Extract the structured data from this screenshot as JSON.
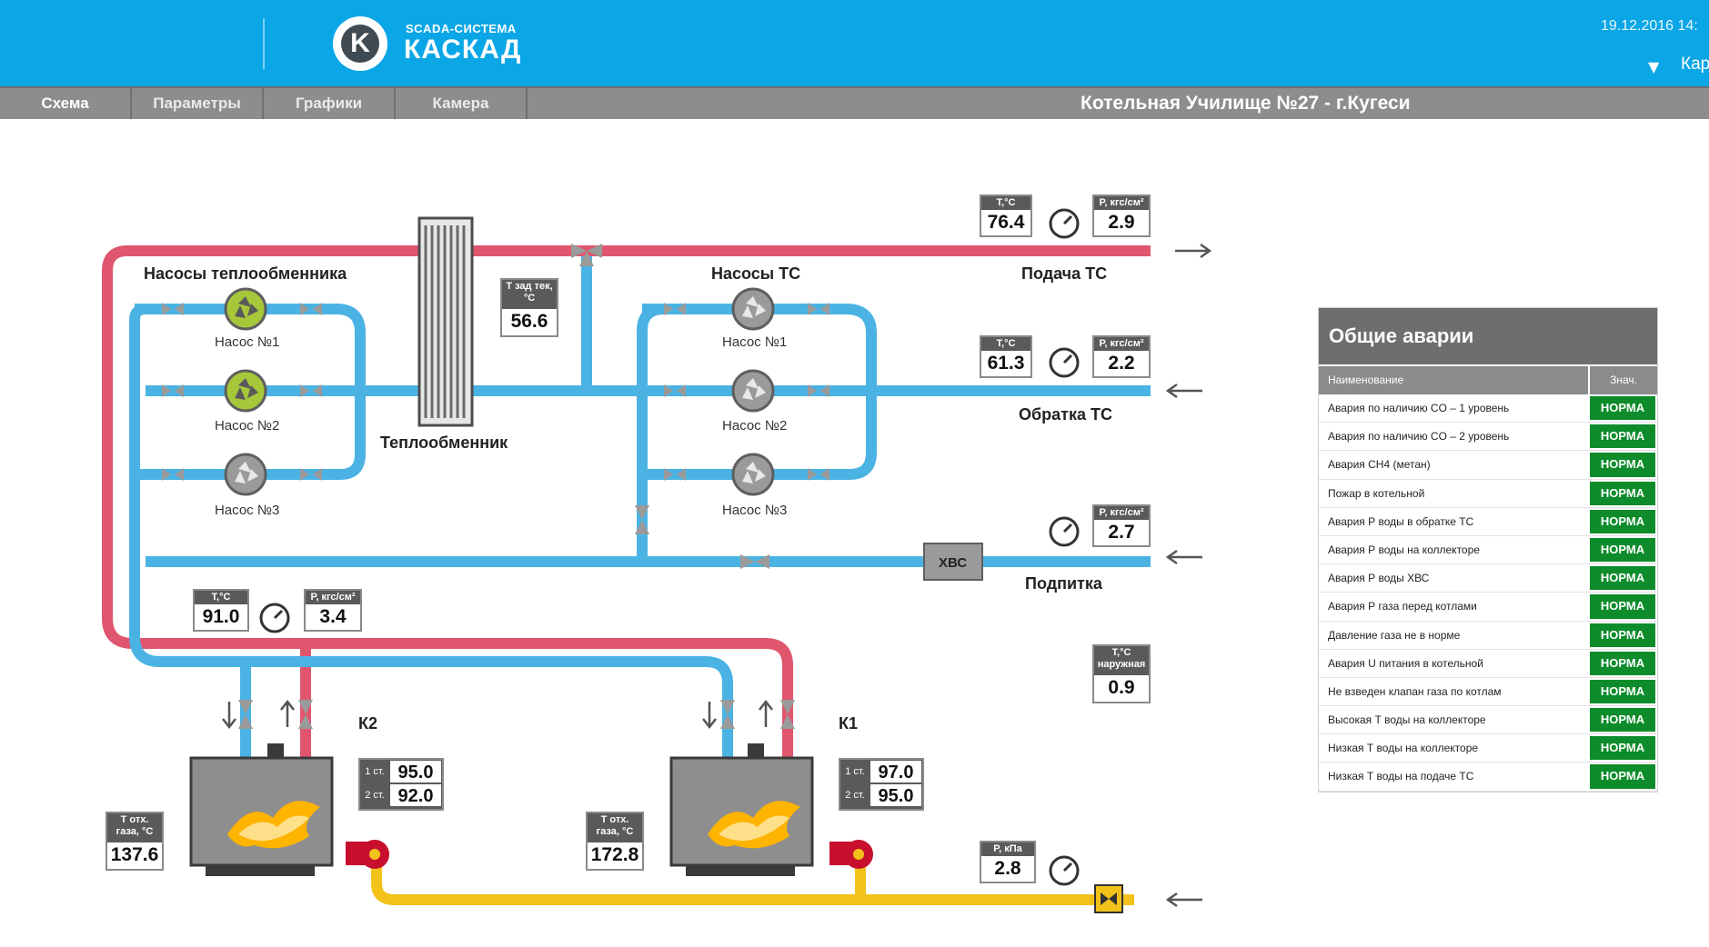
{
  "header": {
    "logo_letter": "K",
    "logo_sub": "SCADA-СИСТЕМА",
    "logo_main": "КАСКАД",
    "datetime": "19.12.2016 14:",
    "user_chevron": "▼",
    "user_label": "Кар"
  },
  "nav": {
    "tabs": [
      {
        "label": "Схема",
        "active": true
      },
      {
        "label": "Параметры",
        "active": false
      },
      {
        "label": "Графики",
        "active": false
      },
      {
        "label": "Камера",
        "active": false
      }
    ],
    "title": "Котельная Училище №27 - г.Кугеси"
  },
  "scheme": {
    "hx_pumps_title": "Насосы теплообменника",
    "ts_pumps_title": "Насосы ТС",
    "hx_pumps": [
      "Насос №1",
      "Насос №2",
      "Насос №3"
    ],
    "ts_pumps": [
      "Насос №1",
      "Насос №2",
      "Насос №3"
    ],
    "heat_exchanger": "Теплообменник",
    "supply_label": "Подача ТС",
    "return_label": "Обратка ТС",
    "makeup_label": "Подпитка",
    "hvs_label": "ХВС",
    "boiler_k2": "К2",
    "boiler_k1": "К1",
    "colors": {
      "hot_pipe": "#e0566e",
      "cold_pipe": "#4bb3e3",
      "gas_pipe": "#f2c21b",
      "pump_active": "#a7c73a",
      "pump_idle": "#8e8e8e",
      "alarm_ok": "#0e8c2b"
    }
  },
  "indicators": {
    "supply_t": {
      "cap": "T,°C",
      "value": "76.4"
    },
    "supply_p": {
      "cap": "P, кгс/см²",
      "value": "2.9"
    },
    "return_t": {
      "cap": "T,°C",
      "value": "61.3"
    },
    "return_p": {
      "cap": "P, кгс/см²",
      "value": "2.2"
    },
    "makeup_p": {
      "cap": "P, кгс/см²",
      "value": "2.7"
    },
    "t_set": {
      "cap": "Т зад тек, °С",
      "value": "56.6"
    },
    "boiler_out_t": {
      "cap": "T,°C",
      "value": "91.0"
    },
    "boiler_out_p": {
      "cap": "P, кгс/см²",
      "value": "3.4"
    },
    "outdoor_t": {
      "cap": "T,°C наружная",
      "value": "0.9"
    },
    "k2_flue": {
      "cap": "T отх. газа, °С",
      "value": "137.6"
    },
    "k1_flue": {
      "cap": "T отх. газа, °С",
      "value": "172.8"
    },
    "gas_p": {
      "cap": "P, кПа",
      "value": "2.8"
    },
    "k2_stage": {
      "st1": "1 ст.",
      "v1": "95.0",
      "st2": "2 ст.",
      "v2": "92.0"
    },
    "k1_stage": {
      "st1": "1 ст.",
      "v1": "97.0",
      "st2": "2 ст.",
      "v2": "95.0"
    }
  },
  "alarms": {
    "title": "Общие аварии",
    "col_name": "Наименование",
    "col_value": "Знач.",
    "rows": [
      {
        "name": "Авария по наличию CO – 1 уровень",
        "status": "НОРМА"
      },
      {
        "name": "Авария по наличию CO – 2 уровень",
        "status": "НОРМА"
      },
      {
        "name": "Авария CH4 (метан)",
        "status": "НОРМА"
      },
      {
        "name": "Пожар в котельной",
        "status": "НОРМА"
      },
      {
        "name": "Авария Р воды в обратке ТС",
        "status": "НОРМА"
      },
      {
        "name": "Авария Р воды на коллекторе",
        "status": "НОРМА"
      },
      {
        "name": "Авария Р воды ХВС",
        "status": "НОРМА"
      },
      {
        "name": "Авария Р газа перед котлами",
        "status": "НОРМА"
      },
      {
        "name": "Давление газа не в норме",
        "status": "НОРМА"
      },
      {
        "name": "Авария U питания в котельной",
        "status": "НОРМА"
      },
      {
        "name": "Не взведен клапан газа по котлам",
        "status": "НОРМА"
      },
      {
        "name": "Высокая Т воды на коллекторе",
        "status": "НОРМА"
      },
      {
        "name": "Низкая Т воды на коллекторе",
        "status": "НОРМА"
      },
      {
        "name": "Низкая Т воды на подаче ТС",
        "status": "НОРМА"
      }
    ]
  }
}
